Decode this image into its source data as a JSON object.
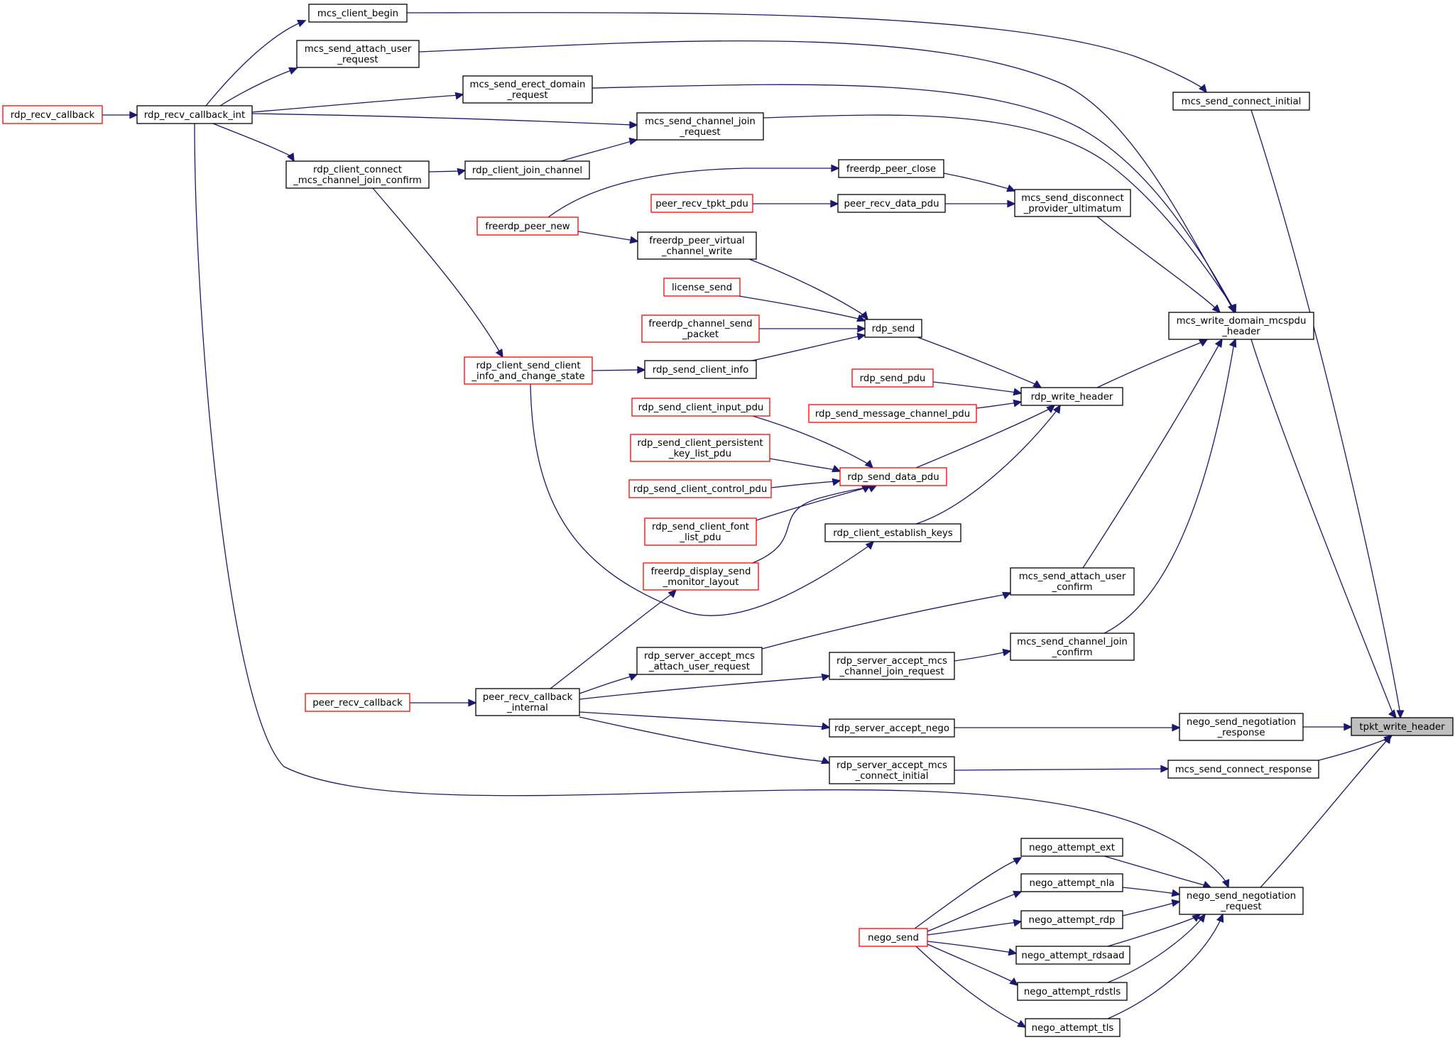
{
  "graph": {
    "nodes": {
      "tpkt_write_header": {
        "lines": [
          "tpkt_write_header"
        ],
        "style": "root"
      },
      "mcs_send_connect_initial": {
        "lines": [
          "mcs_send_connect_initial"
        ],
        "style": "black"
      },
      "mcs_write_domain_mcspdu_header": {
        "lines": [
          "mcs_write_domain_mcspdu",
          "_header"
        ],
        "style": "black"
      },
      "nego_send_negotiation_response": {
        "lines": [
          "nego_send_negotiation",
          "_response"
        ],
        "style": "black"
      },
      "mcs_send_connect_response": {
        "lines": [
          "mcs_send_connect_response"
        ],
        "style": "black"
      },
      "nego_send_negotiation_request": {
        "lines": [
          "nego_send_negotiation",
          "_request"
        ],
        "style": "black"
      },
      "mcs_client_begin": {
        "lines": [
          "mcs_client_begin"
        ],
        "style": "black"
      },
      "mcs_send_attach_user_request": {
        "lines": [
          "mcs_send_attach_user",
          "_request"
        ],
        "style": "black"
      },
      "mcs_send_erect_domain_request": {
        "lines": [
          "mcs_send_erect_domain",
          "_request"
        ],
        "style": "black"
      },
      "mcs_send_channel_join_request": {
        "lines": [
          "mcs_send_channel_join",
          "_request"
        ],
        "style": "black"
      },
      "mcs_send_disconnect_provider_ultimatum": {
        "lines": [
          "mcs_send_disconnect",
          "_provider_ultimatum"
        ],
        "style": "black"
      },
      "rdp_write_header": {
        "lines": [
          "rdp_write_header"
        ],
        "style": "black"
      },
      "mcs_send_attach_user_confirm": {
        "lines": [
          "mcs_send_attach_user",
          "_confirm"
        ],
        "style": "black"
      },
      "mcs_send_channel_join_confirm": {
        "lines": [
          "mcs_send_channel_join",
          "_confirm"
        ],
        "style": "black"
      },
      "rdp_server_accept_nego": {
        "lines": [
          "rdp_server_accept_nego"
        ],
        "style": "black"
      },
      "rdp_server_accept_mcs_connect_initial": {
        "lines": [
          "rdp_server_accept_mcs",
          "_connect_initial"
        ],
        "style": "black"
      },
      "nego_attempt_ext": {
        "lines": [
          "nego_attempt_ext"
        ],
        "style": "black"
      },
      "nego_attempt_nla": {
        "lines": [
          "nego_attempt_nla"
        ],
        "style": "black"
      },
      "nego_attempt_rdp": {
        "lines": [
          "nego_attempt_rdp"
        ],
        "style": "black"
      },
      "nego_attempt_rdsaad": {
        "lines": [
          "nego_attempt_rdsaad"
        ],
        "style": "black"
      },
      "nego_attempt_rdstls": {
        "lines": [
          "nego_attempt_rdstls"
        ],
        "style": "black"
      },
      "nego_attempt_tls": {
        "lines": [
          "nego_attempt_tls"
        ],
        "style": "black"
      },
      "rdp_recv_callback_int": {
        "lines": [
          "rdp_recv_callback_int"
        ],
        "style": "black"
      },
      "rdp_recv_callback": {
        "lines": [
          "rdp_recv_callback"
        ],
        "style": "red"
      },
      "rdp_client_connect_mcs_channel_join_confirm": {
        "lines": [
          "rdp_client_connect",
          "_mcs_channel_join_confirm"
        ],
        "style": "black"
      },
      "rdp_client_join_channel": {
        "lines": [
          "rdp_client_join_channel"
        ],
        "style": "black"
      },
      "freerdp_peer_close": {
        "lines": [
          "freerdp_peer_close"
        ],
        "style": "black"
      },
      "freerdp_peer_new": {
        "lines": [
          "freerdp_peer_new"
        ],
        "style": "red"
      },
      "peer_recv_data_pdu": {
        "lines": [
          "peer_recv_data_pdu"
        ],
        "style": "black"
      },
      "peer_recv_tpkt_pdu": {
        "lines": [
          "peer_recv_tpkt_pdu"
        ],
        "style": "red"
      },
      "rdp_send": {
        "lines": [
          "rdp_send"
        ],
        "style": "black"
      },
      "freerdp_peer_virtual_channel_write": {
        "lines": [
          "freerdp_peer_virtual",
          "_channel_write"
        ],
        "style": "black"
      },
      "license_send": {
        "lines": [
          "license_send"
        ],
        "style": "red"
      },
      "freerdp_channel_send_packet": {
        "lines": [
          "freerdp_channel_send",
          "_packet"
        ],
        "style": "red"
      },
      "rdp_send_client_info": {
        "lines": [
          "rdp_send_client_info"
        ],
        "style": "black"
      },
      "rdp_client_send_client_info_and_change_state": {
        "lines": [
          "rdp_client_send_client",
          "_info_and_change_state"
        ],
        "style": "red"
      },
      "rdp_send_pdu": {
        "lines": [
          "rdp_send_pdu"
        ],
        "style": "red"
      },
      "rdp_send_message_channel_pdu": {
        "lines": [
          "rdp_send_message_channel_pdu"
        ],
        "style": "red"
      },
      "rdp_send_data_pdu": {
        "lines": [
          "rdp_send_data_pdu"
        ],
        "style": "red"
      },
      "rdp_client_establish_keys": {
        "lines": [
          "rdp_client_establish_keys"
        ],
        "style": "black"
      },
      "rdp_send_client_input_pdu": {
        "lines": [
          "rdp_send_client_input_pdu"
        ],
        "style": "red"
      },
      "rdp_send_client_persistent_key_list_pdu": {
        "lines": [
          "rdp_send_client_persistent",
          "_key_list_pdu"
        ],
        "style": "red"
      },
      "rdp_send_client_control_pdu": {
        "lines": [
          "rdp_send_client_control_pdu"
        ],
        "style": "red"
      },
      "rdp_send_client_font_list_pdu": {
        "lines": [
          "rdp_send_client_font",
          "_list_pdu"
        ],
        "style": "red"
      },
      "freerdp_display_send_monitor_layout": {
        "lines": [
          "freerdp_display_send",
          "_monitor_layout"
        ],
        "style": "red"
      },
      "peer_recv_callback_internal": {
        "lines": [
          "peer_recv_callback",
          "_internal"
        ],
        "style": "black"
      },
      "peer_recv_callback": {
        "lines": [
          "peer_recv_callback"
        ],
        "style": "red"
      },
      "rdp_server_accept_mcs_attach_user_request": {
        "lines": [
          "rdp_server_accept_mcs",
          "_attach_user_request"
        ],
        "style": "black"
      },
      "rdp_server_accept_mcs_channel_join_request": {
        "lines": [
          "rdp_server_accept_mcs",
          "_channel_join_request"
        ],
        "style": "black"
      },
      "nego_send": {
        "lines": [
          "nego_send"
        ],
        "style": "red"
      }
    },
    "edges": [
      [
        "mcs_send_connect_initial",
        "tpkt_write_header"
      ],
      [
        "mcs_write_domain_mcspdu_header",
        "tpkt_write_header"
      ],
      [
        "nego_send_negotiation_response",
        "tpkt_write_header"
      ],
      [
        "mcs_send_connect_response",
        "tpkt_write_header"
      ],
      [
        "nego_send_negotiation_request",
        "tpkt_write_header"
      ],
      [
        "mcs_client_begin",
        "mcs_send_connect_initial"
      ],
      [
        "mcs_send_attach_user_request",
        "mcs_write_domain_mcspdu_header"
      ],
      [
        "mcs_send_erect_domain_request",
        "mcs_write_domain_mcspdu_header"
      ],
      [
        "mcs_send_channel_join_request",
        "mcs_write_domain_mcspdu_header"
      ],
      [
        "mcs_send_disconnect_provider_ultimatum",
        "mcs_write_domain_mcspdu_header"
      ],
      [
        "rdp_write_header",
        "mcs_write_domain_mcspdu_header"
      ],
      [
        "mcs_send_attach_user_confirm",
        "mcs_write_domain_mcspdu_header"
      ],
      [
        "mcs_send_channel_join_confirm",
        "mcs_write_domain_mcspdu_header"
      ],
      [
        "rdp_server_accept_nego",
        "nego_send_negotiation_response"
      ],
      [
        "rdp_server_accept_mcs_connect_initial",
        "mcs_send_connect_response"
      ],
      [
        "nego_attempt_ext",
        "nego_send_negotiation_request"
      ],
      [
        "nego_attempt_nla",
        "nego_send_negotiation_request"
      ],
      [
        "nego_attempt_rdp",
        "nego_send_negotiation_request"
      ],
      [
        "nego_attempt_rdsaad",
        "nego_send_negotiation_request"
      ],
      [
        "nego_attempt_rdstls",
        "nego_send_negotiation_request"
      ],
      [
        "nego_attempt_tls",
        "nego_send_negotiation_request"
      ],
      [
        "rdp_recv_callback_int",
        "nego_send_negotiation_request"
      ],
      [
        "rdp_recv_callback_int",
        "mcs_client_begin"
      ],
      [
        "rdp_recv_callback_int",
        "mcs_send_attach_user_request"
      ],
      [
        "rdp_recv_callback_int",
        "mcs_send_erect_domain_request"
      ],
      [
        "rdp_recv_callback_int",
        "mcs_send_channel_join_request"
      ],
      [
        "rdp_recv_callback_int",
        "rdp_client_connect_mcs_channel_join_confirm"
      ],
      [
        "rdp_recv_callback",
        "rdp_recv_callback_int"
      ],
      [
        "rdp_client_join_channel",
        "mcs_send_channel_join_request"
      ],
      [
        "rdp_client_connect_mcs_channel_join_confirm",
        "rdp_client_join_channel"
      ],
      [
        "rdp_client_connect_mcs_channel_join_confirm",
        "rdp_client_send_client_info_and_change_state"
      ],
      [
        "freerdp_peer_close",
        "mcs_send_disconnect_provider_ultimatum"
      ],
      [
        "peer_recv_data_pdu",
        "mcs_send_disconnect_provider_ultimatum"
      ],
      [
        "freerdp_peer_new",
        "freerdp_peer_close"
      ],
      [
        "freerdp_peer_new",
        "freerdp_peer_virtual_channel_write"
      ],
      [
        "peer_recv_tpkt_pdu",
        "peer_recv_data_pdu"
      ],
      [
        "rdp_send",
        "rdp_write_header"
      ],
      [
        "rdp_send_pdu",
        "rdp_write_header"
      ],
      [
        "rdp_send_message_channel_pdu",
        "rdp_write_header"
      ],
      [
        "rdp_send_data_pdu",
        "rdp_write_header"
      ],
      [
        "rdp_client_establish_keys",
        "rdp_write_header"
      ],
      [
        "freerdp_peer_virtual_channel_write",
        "rdp_send"
      ],
      [
        "license_send",
        "rdp_send"
      ],
      [
        "freerdp_channel_send_packet",
        "rdp_send"
      ],
      [
        "rdp_send_client_info",
        "rdp_send"
      ],
      [
        "rdp_client_send_client_info_and_change_state",
        "rdp_send_client_info"
      ],
      [
        "rdp_client_send_client_info_and_change_state",
        "rdp_client_establish_keys"
      ],
      [
        "rdp_send_client_input_pdu",
        "rdp_send_data_pdu"
      ],
      [
        "rdp_send_client_persistent_key_list_pdu",
        "rdp_send_data_pdu"
      ],
      [
        "rdp_send_client_control_pdu",
        "rdp_send_data_pdu"
      ],
      [
        "rdp_send_client_font_list_pdu",
        "rdp_send_data_pdu"
      ],
      [
        "freerdp_display_send_monitor_layout",
        "rdp_send_data_pdu"
      ],
      [
        "peer_recv_callback_internal",
        "freerdp_display_send_monitor_layout"
      ],
      [
        "peer_recv_callback",
        "peer_recv_callback_internal"
      ],
      [
        "peer_recv_callback_internal",
        "rdp_server_accept_mcs_attach_user_request"
      ],
      [
        "peer_recv_callback_internal",
        "rdp_server_accept_mcs_channel_join_request"
      ],
      [
        "peer_recv_callback_internal",
        "rdp_server_accept_nego"
      ],
      [
        "peer_recv_callback_internal",
        "rdp_server_accept_mcs_connect_initial"
      ],
      [
        "rdp_server_accept_mcs_attach_user_request",
        "mcs_send_attach_user_confirm"
      ],
      [
        "rdp_server_accept_mcs_channel_join_request",
        "mcs_send_channel_join_confirm"
      ],
      [
        "nego_send",
        "nego_attempt_ext"
      ],
      [
        "nego_send",
        "nego_attempt_nla"
      ],
      [
        "nego_send",
        "nego_attempt_rdp"
      ],
      [
        "nego_send",
        "nego_attempt_rdsaad"
      ],
      [
        "nego_send",
        "nego_attempt_rdstls"
      ],
      [
        "nego_send",
        "nego_attempt_tls"
      ]
    ],
    "colors": {
      "edge": "#191970",
      "node_border": "#000000",
      "node_border_external": "#ff0000",
      "root_fill": "#bfbfbf",
      "background": "#ffffff"
    }
  }
}
